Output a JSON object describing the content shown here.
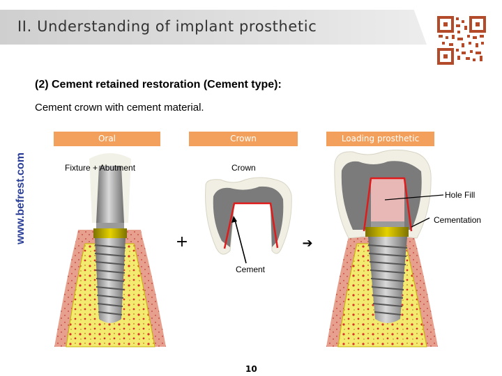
{
  "header": {
    "title": "II. Understanding of implant prosthetic"
  },
  "watermark": "www.befrest.com",
  "section": {
    "heading": "(2) Cement retained restoration (Cement type):",
    "description": "Cement crown with cement material."
  },
  "tags": {
    "oral": "Oral",
    "crown": "Crown",
    "loading": "Loading prosthetic"
  },
  "labels": {
    "fixture": "Fixture + Abutment",
    "crown": "Crown",
    "hole_fill": "Hole Fill",
    "cementation": "Cementation",
    "cement": "Cement",
    "plus": "+",
    "arrow": "➔"
  },
  "page_number": "10",
  "colors": {
    "tag": "#f2a05b",
    "bone": "#f3ea70",
    "gum": "#e7a08e",
    "crown": "#f1efe4",
    "cement_line": "#e01b1b",
    "hole_fill": "#e8b8b6",
    "watermark": "#2b3f97"
  }
}
